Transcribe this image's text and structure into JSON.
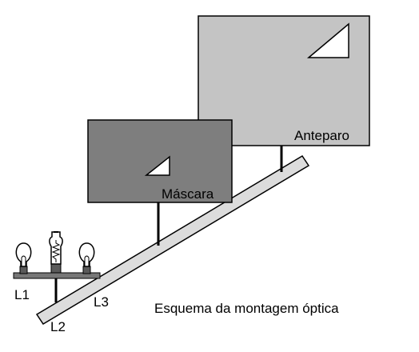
{
  "diagram": {
    "screen_label": "Anteparo",
    "mask_label": "Máscara",
    "lamp1_label": "L1",
    "lamp2_label": "L2",
    "lamp3_label": "L3",
    "caption": "Esquema da montagem óptica"
  },
  "colors": {
    "screen_fill": "#c4c4c4",
    "mask_fill": "#7e7e7e",
    "rail_fill": "#dcdcdc",
    "outline": "#000000",
    "bulb_fill": "#ffffff",
    "lamp_bar": "#777777",
    "socket": "#5a5a5a"
  },
  "icons": {
    "left_bulb": "light-bulb-icon",
    "tube_lamp": "tube-lamp-icon",
    "right_bulb": "light-bulb-icon"
  }
}
